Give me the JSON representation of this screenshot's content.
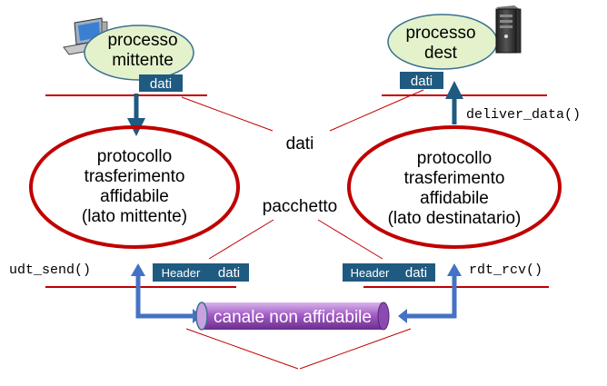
{
  "sender": {
    "process_line1": "processo",
    "process_line2": "mittente",
    "data_tag": "dati",
    "protocol_lines": [
      "protocollo",
      "trasferimento",
      "affidabile",
      "(lato mittente)"
    ],
    "send_call": "udt_send()",
    "packet_header": "Header",
    "packet_data": "dati"
  },
  "receiver": {
    "process_line1": "processo",
    "process_line2": "dest",
    "data_tag": "dati",
    "deliver_call": "deliver_data()",
    "protocol_lines": [
      "protocollo",
      "trasferimento",
      "affidabile",
      "(lato destinatario)"
    ],
    "recv_call": "rdt_rcv()",
    "packet_header": "Header",
    "packet_data": "dati"
  },
  "labels": {
    "data": "dati",
    "packet": "pacchetto"
  },
  "channel": {
    "label": "canale non affidabile"
  },
  "colors": {
    "bubble_fill": "#e3f2cb",
    "bubble_stroke": "#3a6f8f",
    "ellipse_stroke": "#c00000",
    "tag_fill": "#1f5a80",
    "layer_line": "#c00000",
    "arrow_blue": "#4472c4",
    "arrow_dark": "#1f5a80",
    "channel_fill": "#9b59b6"
  }
}
